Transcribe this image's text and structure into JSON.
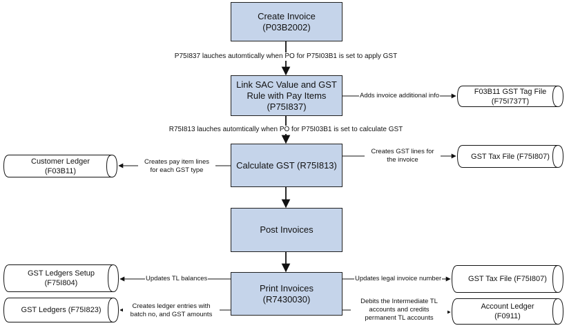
{
  "processes": {
    "create_invoice": "Create Invoice (P03B2002)",
    "link_sac": "Link SAC Value and GST\nRule with Pay Items\n(P75I837)",
    "calc_gst": "Calculate GST (R75I813)",
    "post_invoices": "Post Invoices",
    "print_invoices": "Print Invoices (R7430030)"
  },
  "stores": {
    "f03b11_tag": "F03B11 GST Tag File\n(F75I737T)",
    "customer_ledger": "Customer Ledger\n(F03B11)",
    "gst_tax_file_1": "GST Tax File (F75I807)",
    "gst_ledgers_setup": "GST Ledgers Setup\n(F75I804)",
    "gst_ledgers": "GST Ledgers (F75I823)",
    "gst_tax_file_2": "GST Tax File (F75I807)",
    "account_ledger": "Account Ledger\n(F0911)"
  },
  "labels": {
    "p75i837_launch": "P75I837 lauches automtically when PO for P75I03B1 is set to apply GST",
    "r75i813_launch": "R75I813 lauches automtically when PO for P75I03B1 is set to calculate GST",
    "adds_info": "Adds invoice additional info",
    "creates_pay_items": "Creates pay item lines\nfor each GST type",
    "creates_gst_lines": "Creates GST lines for\nthe invoice",
    "updates_tl": "Updates TL balances",
    "creates_ledger_entries": "Creates ledger entries with\nbatch no, and GST amounts",
    "updates_legal": "Updates legal invoice number",
    "debits_intermediate": "Debits the Intermediate TL\naccounts and credits\npermanent TL accounts"
  }
}
